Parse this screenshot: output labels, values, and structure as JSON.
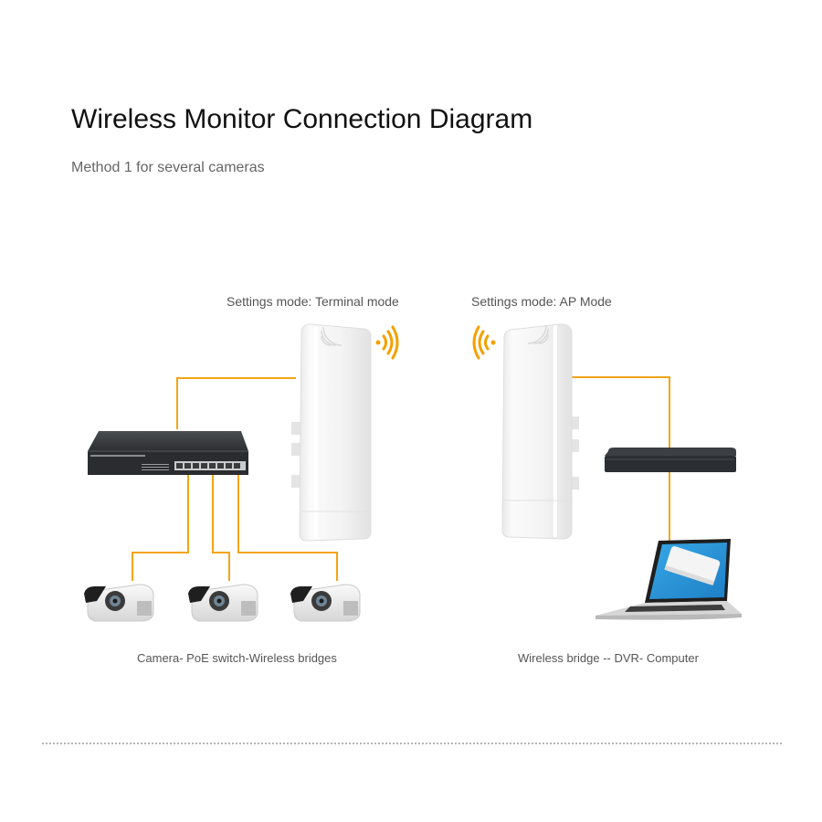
{
  "header": {
    "title": "Wireless Monitor Connection Diagram",
    "subtitle": "Method 1 for several cameras"
  },
  "left_group": {
    "mode_label": "Settings mode: Terminal mode",
    "caption": "Camera- PoE switch-Wireless bridges",
    "devices": [
      "wireless-bridge",
      "poe-switch",
      "camera",
      "camera",
      "camera"
    ]
  },
  "right_group": {
    "mode_label": "Settings mode: AP Mode",
    "caption": "Wireless bridge -- DVR- Computer",
    "devices": [
      "wireless-bridge",
      "dvr",
      "laptop"
    ]
  },
  "colors": {
    "cable": "#f2a516",
    "signal": "#f5a000",
    "device_white": "#f2f2f2",
    "device_dark": "#2f3236"
  }
}
